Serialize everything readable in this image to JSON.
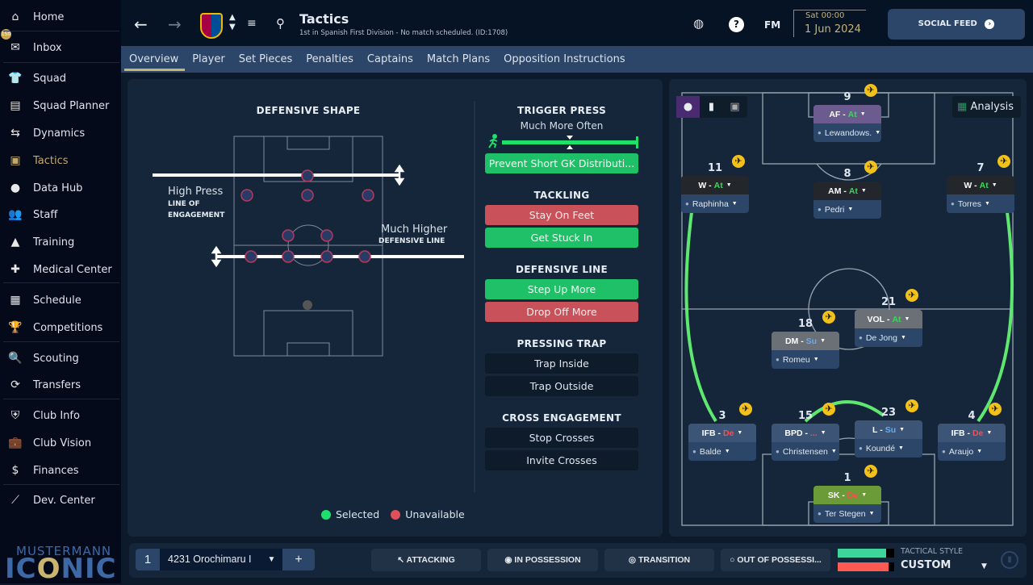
{
  "sidebar": {
    "items": [
      {
        "label": "Home",
        "icon": "home-icon",
        "glyph": "⌂"
      },
      {
        "label": "Inbox",
        "icon": "inbox-icon",
        "glyph": "✉",
        "badge": "150"
      },
      {
        "label": "Squad",
        "icon": "shirt-icon",
        "glyph": "👕"
      },
      {
        "label": "Squad Planner",
        "icon": "clipboard-icon",
        "glyph": "▤"
      },
      {
        "label": "Dynamics",
        "icon": "dynamics-icon",
        "glyph": "⇆"
      },
      {
        "label": "Tactics",
        "icon": "tactics-board-icon",
        "glyph": "▣",
        "active": true
      },
      {
        "label": "Data Hub",
        "icon": "data-hub-icon",
        "glyph": "●"
      },
      {
        "label": "Staff",
        "icon": "staff-icon",
        "glyph": "👥"
      },
      {
        "label": "Training",
        "icon": "training-icon",
        "glyph": "▲"
      },
      {
        "label": "Medical Center",
        "icon": "medical-icon",
        "glyph": "✚"
      },
      {
        "label": "Schedule",
        "icon": "calendar-icon",
        "glyph": "▦"
      },
      {
        "label": "Competitions",
        "icon": "trophy-icon",
        "glyph": "🏆"
      },
      {
        "label": "Scouting",
        "icon": "search-icon",
        "glyph": "🔍"
      },
      {
        "label": "Transfers",
        "icon": "transfers-icon",
        "glyph": "⟳"
      },
      {
        "label": "Club Info",
        "icon": "shield-icon",
        "glyph": "⛨"
      },
      {
        "label": "Club Vision",
        "icon": "briefcase-icon",
        "glyph": "💼"
      },
      {
        "label": "Finances",
        "icon": "money-icon",
        "glyph": "$"
      },
      {
        "label": "Dev. Center",
        "icon": "dev-center-icon",
        "glyph": "⟋"
      }
    ],
    "logo": "MUSTERMANN ICONIC"
  },
  "header": {
    "title": "Tactics",
    "subtitle": "1st in Spanish First Division - No match scheduled. (ID:1708)",
    "fm": "FM",
    "day_time": "Sat 00:00",
    "date": "1 Jun 2024",
    "social_feed": "SOCIAL FEED"
  },
  "tabs": [
    "Overview",
    "Player",
    "Set Pieces",
    "Penalties",
    "Captains",
    "Match Plans",
    "Opposition Instructions"
  ],
  "defensive_shape": {
    "title": "DEFENSIVE SHAPE",
    "loe_value": "High Press",
    "loe_label1": "LINE OF",
    "loe_label2": "ENGAGEMENT",
    "dl_value": "Much Higher",
    "dl_label": "DEFENSIVE LINE"
  },
  "instructions": {
    "trigger_press": {
      "title": "TRIGGER PRESS",
      "value": "Much More Often",
      "level": 1.0,
      "option": "Prevent Short GK Distributi..."
    },
    "tackling": {
      "title": "TACKLING",
      "options": [
        "Stay On Feet",
        "Get Stuck In"
      ]
    },
    "defensive_line": {
      "title": "DEFENSIVE LINE",
      "options": [
        "Step Up More",
        "Drop Off More"
      ]
    },
    "pressing_trap": {
      "title": "PRESSING TRAP",
      "options": [
        "Trap Inside",
        "Trap Outside"
      ]
    },
    "cross_engagement": {
      "title": "CROSS ENGAGEMENT",
      "options": [
        "Stop Crosses",
        "Invite Crosses"
      ]
    }
  },
  "legend": {
    "selected": "Selected",
    "unavailable": "Unavailable"
  },
  "pitch": {
    "analysis": "Analysis",
    "players": [
      {
        "num": "9",
        "role": "AF",
        "duty": "At",
        "name": "Lewandows.",
        "role_color": "#6b5b8e"
      },
      {
        "num": "11",
        "role": "W",
        "duty": "At",
        "name": "Raphinha",
        "role_color": "#23262b"
      },
      {
        "num": "8",
        "role": "AM",
        "duty": "At",
        "name": "Pedri",
        "role_color": "#23262b"
      },
      {
        "num": "7",
        "role": "W",
        "duty": "At",
        "name": "Torres",
        "role_color": "#23262b"
      },
      {
        "num": "21",
        "role": "VOL",
        "duty": "At",
        "name": "De Jong",
        "role_color": "#6b7077"
      },
      {
        "num": "18",
        "role": "DM",
        "duty": "Su",
        "name": "Romeu",
        "role_color": "#6b7077"
      },
      {
        "num": "3",
        "role": "IFB",
        "duty": "De",
        "name": "Balde",
        "role_color": "#3c5577"
      },
      {
        "num": "15",
        "role": "BPD",
        "duty": "...",
        "name": "Christensen",
        "role_color": "#3c5577"
      },
      {
        "num": "23",
        "role": "L",
        "duty": "Su",
        "name": "Koundé",
        "role_color": "#3c5577"
      },
      {
        "num": "4",
        "role": "IFB",
        "duty": "De",
        "name": "Araujo",
        "role_color": "#3c5577"
      },
      {
        "num": "1",
        "role": "SK",
        "duty": "De",
        "name": "Ter Stegen",
        "role_color": "#6a9b38"
      }
    ]
  },
  "duty_colors": {
    "At": "#3fd35f",
    "Su": "#6fa8e8",
    "De": "#ff4b4b",
    "...": "#ff4b4b"
  },
  "bottom": {
    "slot": "1",
    "tactic_name": "4231 Orochimaru I",
    "add": "+",
    "phases": [
      "ATTACKING",
      "IN POSSESSION",
      "TRANSITION",
      "OUT OF POSSESSI..."
    ],
    "style_label": "TACTICAL STYLE",
    "style_value": "CUSTOM",
    "bar_pos": 0.85,
    "bar_neg": 0.9
  }
}
